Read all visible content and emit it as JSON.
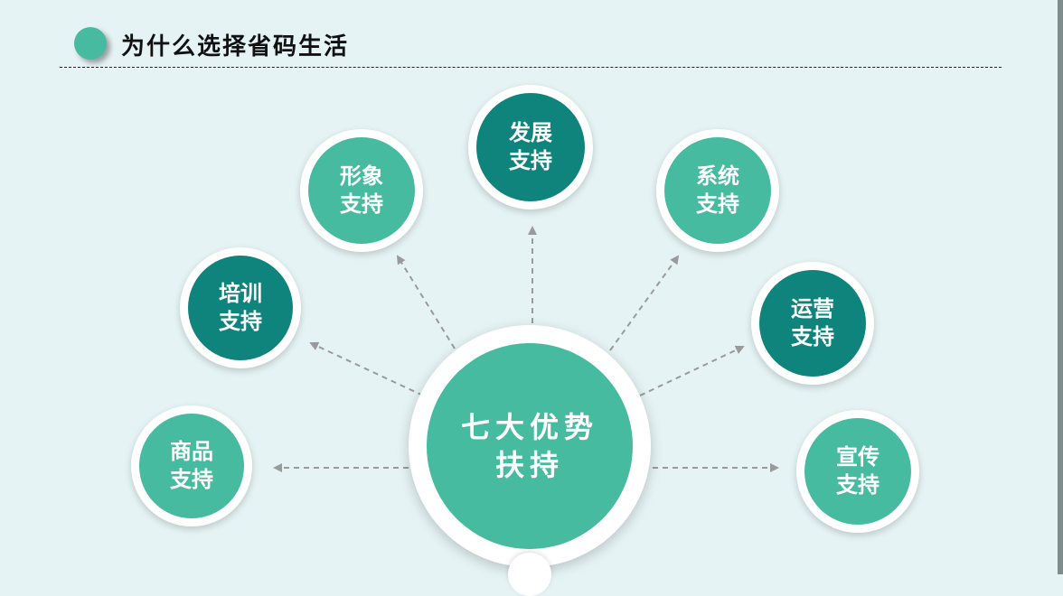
{
  "header": {
    "title": "为什么选择省码生活"
  },
  "center": {
    "line1": "七大优势",
    "line2": "扶持"
  },
  "nodes": [
    {
      "id": "shangpin",
      "line1": "商品",
      "line2": "支持",
      "tone": "light"
    },
    {
      "id": "peixun",
      "line1": "培训",
      "line2": "支持",
      "tone": "dark"
    },
    {
      "id": "xingxiang",
      "line1": "形象",
      "line2": "支持",
      "tone": "light"
    },
    {
      "id": "fazhan",
      "line1": "发展",
      "line2": "支持",
      "tone": "dark"
    },
    {
      "id": "xitong",
      "line1": "系统",
      "line2": "支持",
      "tone": "light"
    },
    {
      "id": "yunying",
      "line1": "运营",
      "line2": "支持",
      "tone": "dark"
    },
    {
      "id": "xuanchuan",
      "line1": "宣传",
      "line2": "支持",
      "tone": "light"
    }
  ],
  "colors": {
    "light": "#47bb9f",
    "dark": "#0f847c",
    "connector": "#9a9a9a",
    "background": "#e5f3f4"
  }
}
